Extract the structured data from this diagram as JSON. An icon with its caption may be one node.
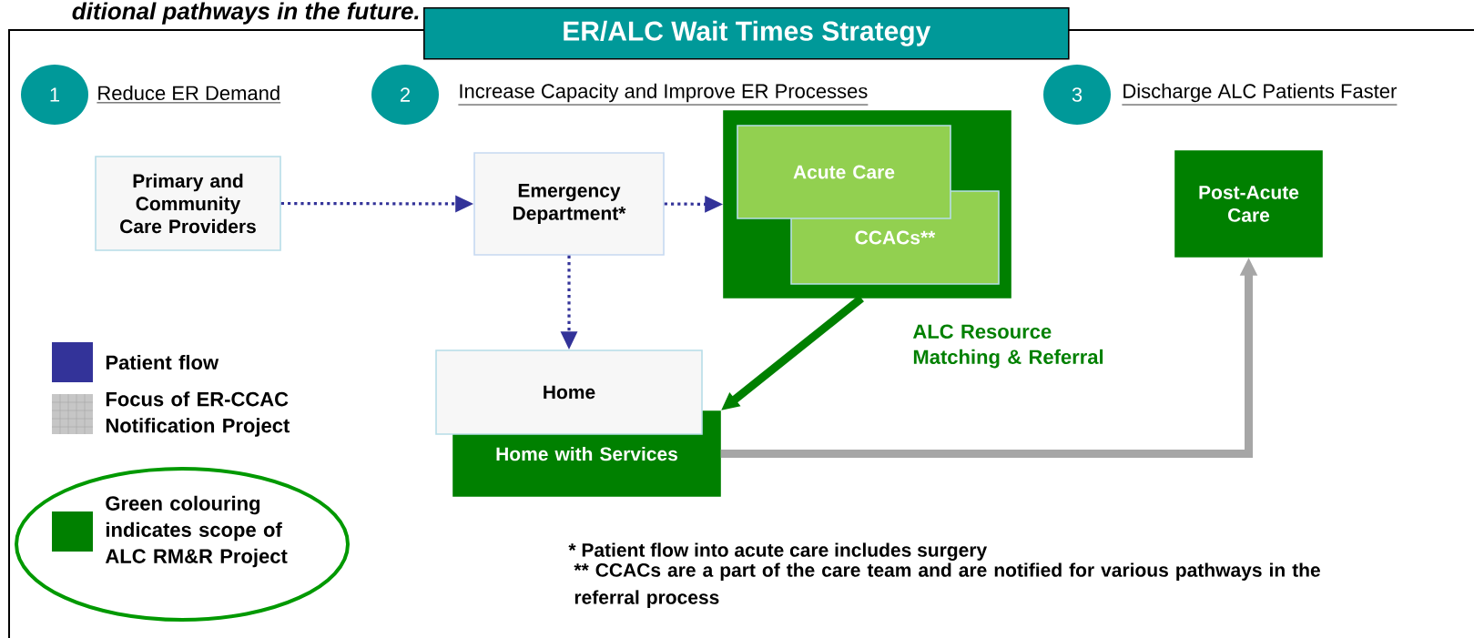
{
  "diagram": {
    "title": "ER/ALC Wait Times Strategy",
    "nodes": [
      {
        "text": [
          "1"
        ],
        "beside": [
          "Reduce ER Demand"
        ]
      },
      {
        "text": [
          "2"
        ],
        "beside": [
          "Increase Capacity and Improve ER Processes"
        ]
      },
      {
        "text": [
          "3"
        ],
        "beside": [
          "Discharge ALC Patients Faster"
        ]
      },
      {
        "text": [
          "Primary and Community Care Providers"
        ]
      },
      {
        "text": [
          "Emergency Department*"
        ]
      },
      {
        "text": [],
        "shape": "box"
      },
      {
        "text": [
          "Acute Care"
        ],
        "in": 5
      },
      {
        "text": [
          "CCACs**"
        ],
        "in": 5
      },
      {
        "text": [
          "Post-Acute Care"
        ]
      },
      {
        "text": [
          "Home"
        ]
      },
      {
        "text": [
          "Home with Services"
        ]
      }
    ],
    "edges": [
      {
        "from": 3,
        "to": 4,
        "arrow": "to",
        "style": "dashed",
        "color": "#333399"
      },
      {
        "from": 4,
        "to": 5,
        "arrow": "to",
        "style": "dashed",
        "color": "#333399"
      },
      {
        "from": 4,
        "to": 9,
        "arrow": "to",
        "style": "dashed",
        "color": "#333399"
      },
      {
        "from": 5,
        "to": 10,
        "arrow": "to",
        "style": "thick",
        "color": "#008000"
      },
      {
        "from": 10,
        "to": 8,
        "arrow": "to",
        "style": "thick",
        "color": "#a6a6a6"
      }
    ],
    "labels": [
      "ditional pathways in the future.",
      "ALC Resource Matching & Referral",
      "* Patient flow into acute care includes surgery",
      "** CCACs are a part of the care team and are notified for various pathways in the referral process"
    ],
    "legend": [
      {
        "text": "Patient flow",
        "color": "#333399"
      },
      {
        "text": "Focus of ER-CCAC Notification Project"
      },
      {
        "text": "Green colouring indicates scope of ALC RM&R Project",
        "color": "#008000"
      }
    ]
  }
}
